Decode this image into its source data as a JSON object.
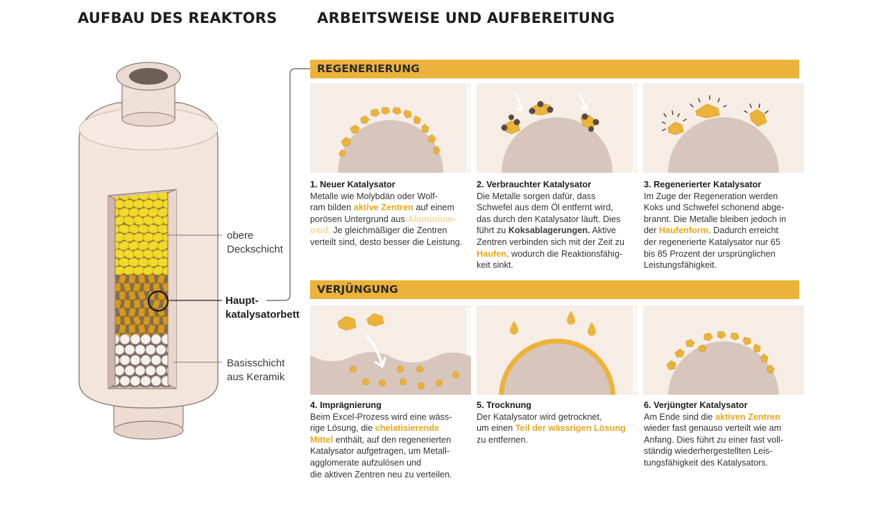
{
  "titles": {
    "left": "AUFBAU DES REAKTORS",
    "right": "ARBEITSWEISE UND AUFBEREITUNG"
  },
  "reactor": {
    "labels": {
      "top": "obere\nDeckschicht",
      "middle": "Haupt-\nkatalysatorbett",
      "bottom": "Basisschicht\naus Keramik"
    }
  },
  "sections": {
    "regeneration": {
      "title": "REGENERIERUNG"
    },
    "rejuvenation": {
      "title": "VERJÜNGUNG"
    }
  },
  "panels": [
    {
      "heading": "1. Neuer Katalysator",
      "segments": [
        {
          "text": "Metalle wie Molybdän oder Wolf-\nram bilden "
        },
        {
          "text": "aktive Zentren",
          "style": "hl"
        },
        {
          "text": " auf einem\nporösen Untergrund aus "
        },
        {
          "text": "Aluminium-\noxid.",
          "style": "hl pale"
        },
        {
          "text": " Je gleichmäßiger die Zentren\nverteilt sind, desto besser die Leistung."
        }
      ]
    },
    {
      "heading": "2. Verbrauchter Katalysator",
      "segments": [
        {
          "text": "Die Metalle sorgen dafür, dass\nSchwefel aus dem Öl entfernt wird,\ndas durch den Katalysator läuft. Dies\nführt zu "
        },
        {
          "text": "Koksablagerungen.",
          "style": "hl dark"
        },
        {
          "text": " Aktive\nZentren verbinden sich mit der Zeit zu\n"
        },
        {
          "text": "Haufen,",
          "style": "hl"
        },
        {
          "text": " wodurch die Reaktionsfähig-\nkeit sinkt."
        }
      ]
    },
    {
      "heading": "3. Regenerierter Katalysator",
      "segments": [
        {
          "text": "Im Zuge der Regeneration werden\nKoks und Schwefel schonend abge-\nbrannt. Die Metalle bleiben jedoch in\nder "
        },
        {
          "text": "Haufenform.",
          "style": "hl"
        },
        {
          "text": " Dadurch erreicht\nder regenerierte Katalysator nur 65\nbis 85 Prozent der ursprünglichen\nLeistungsfähigkeit."
        }
      ]
    },
    {
      "heading": "4. Imprägnierung",
      "segments": [
        {
          "text": "Beim Excel-Prozess wird eine wäss-\nrige Lösung, die "
        },
        {
          "text": "chelatisierende\nMittel",
          "style": "hl"
        },
        {
          "text": " enthält, auf den regenerierten\nKatalysator aufgetragen, um Metall-\nagglomerate aufzulösen und\ndie aktiven Zentren neu zu verteilen."
        }
      ]
    },
    {
      "heading": "5. Trocknung",
      "segments": [
        {
          "text": "Der Katalysator wird getrocknet,\num einen "
        },
        {
          "text": "Teil der wässrigen Lösung",
          "style": "hl"
        },
        {
          "text": "\nzu entfernen."
        }
      ]
    },
    {
      "heading": "6. Verjüngter Katalysator",
      "segments": [
        {
          "text": "Am Ende sind die "
        },
        {
          "text": "aktiven Zentren",
          "style": "hl"
        },
        {
          "text": "\nwieder fast genauso verteilt wie am\nAnfang. Dies führt zu einer fast voll-\nständig wiederhergestellten Leis-\ntungsfähigkeit des Katalysators."
        }
      ]
    }
  ],
  "colors": {
    "band": "#ecb33a",
    "accent": "#e2a920",
    "panel_bg": "#f6ede6",
    "sphere": "#d8c6bc",
    "metal": "#ecb33a",
    "coke": "#5a4a44",
    "vessel": "#f1e2da",
    "vessel_stroke": "#8a7a72"
  }
}
